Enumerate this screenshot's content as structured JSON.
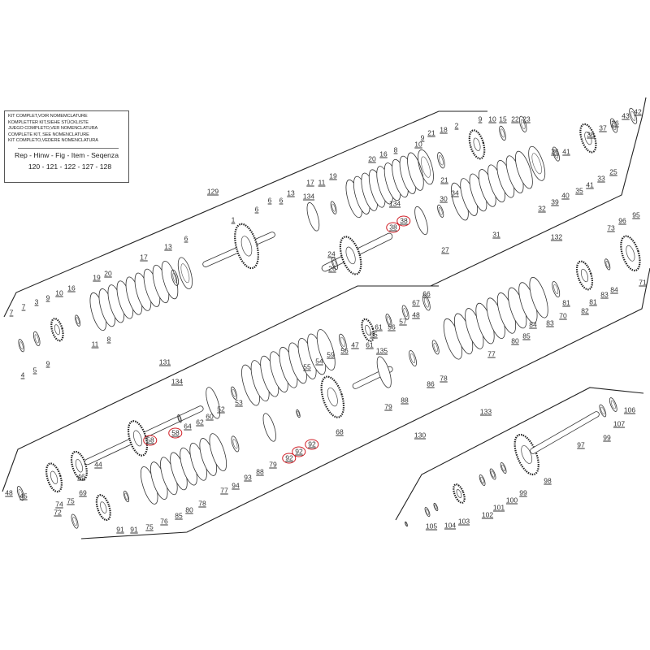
{
  "kit_box": {
    "lines": [
      "KIT COMPLET,VOIR NOMEMCLATURE",
      "KOMPLETTER KIT,SIEHE STÜCKLISTE",
      "JUEGO COMPLETO,VER NOMENCLATURA",
      "COMPLETE KIT, SEE NOMENCLATURE",
      "KIT COMPLETO,VEDERE NOMENCLATURA"
    ],
    "header": "Rep - Hinw - Fig - Item - Seqenza",
    "codes": "120 - 121 - 122 - 127 - 128"
  },
  "highlight_color": "#d01c24",
  "labels": [
    {
      "text": "129"
    },
    {
      "text": "1"
    },
    {
      "text": "6"
    },
    {
      "text": "6"
    },
    {
      "text": "6"
    },
    {
      "text": "13"
    },
    {
      "text": "134"
    },
    {
      "text": "17"
    },
    {
      "text": "11"
    },
    {
      "text": "19"
    },
    {
      "text": "20"
    },
    {
      "text": "16"
    },
    {
      "text": "8"
    },
    {
      "text": "10"
    },
    {
      "text": "9"
    },
    {
      "text": "21"
    },
    {
      "text": "18"
    },
    {
      "text": "2"
    },
    {
      "text": "9"
    },
    {
      "text": "10"
    },
    {
      "text": "15"
    },
    {
      "text": "22"
    },
    {
      "text": "23"
    },
    {
      "text": "21"
    },
    {
      "text": "134"
    },
    {
      "text": "30"
    },
    {
      "text": "34"
    },
    {
      "text": "38",
      "highlighted": true
    },
    {
      "text": "38",
      "highlighted": true
    },
    {
      "text": "24"
    },
    {
      "text": "26"
    },
    {
      "text": "27"
    },
    {
      "text": "31"
    },
    {
      "text": "32"
    },
    {
      "text": "39"
    },
    {
      "text": "40"
    },
    {
      "text": "35"
    },
    {
      "text": "41"
    },
    {
      "text": "33"
    },
    {
      "text": "25"
    },
    {
      "text": "36"
    },
    {
      "text": "41"
    },
    {
      "text": "36"
    },
    {
      "text": "37"
    },
    {
      "text": "26"
    },
    {
      "text": "43"
    },
    {
      "text": "42"
    },
    {
      "text": "132"
    },
    {
      "text": "13"
    },
    {
      "text": "6"
    },
    {
      "text": "17"
    },
    {
      "text": "20"
    },
    {
      "text": "19"
    },
    {
      "text": "16"
    },
    {
      "text": "9"
    },
    {
      "text": "3"
    },
    {
      "text": "7"
    },
    {
      "text": "7"
    },
    {
      "text": "10"
    },
    {
      "text": "8"
    },
    {
      "text": "11"
    },
    {
      "text": "9"
    },
    {
      "text": "5"
    },
    {
      "text": "4"
    },
    {
      "text": "131"
    },
    {
      "text": "134"
    },
    {
      "text": "66"
    },
    {
      "text": "67"
    },
    {
      "text": "48"
    },
    {
      "text": "57"
    },
    {
      "text": "56"
    },
    {
      "text": "61"
    },
    {
      "text": "65"
    },
    {
      "text": "61"
    },
    {
      "text": "47"
    },
    {
      "text": "56"
    },
    {
      "text": "59"
    },
    {
      "text": "54"
    },
    {
      "text": "55"
    },
    {
      "text": "53"
    },
    {
      "text": "52"
    },
    {
      "text": "60"
    },
    {
      "text": "62"
    },
    {
      "text": "64"
    },
    {
      "text": "58",
      "highlighted": true
    },
    {
      "text": "58",
      "highlighted": true
    },
    {
      "text": "44"
    },
    {
      "text": "46"
    },
    {
      "text": "48"
    },
    {
      "text": "45"
    },
    {
      "text": "135"
    },
    {
      "text": "86"
    },
    {
      "text": "78"
    },
    {
      "text": "88"
    },
    {
      "text": "79"
    },
    {
      "text": "68"
    },
    {
      "text": "130"
    },
    {
      "text": "92",
      "highlighted": true
    },
    {
      "text": "92",
      "highlighted": true
    },
    {
      "text": "92",
      "highlighted": true
    },
    {
      "text": "79"
    },
    {
      "text": "88"
    },
    {
      "text": "93"
    },
    {
      "text": "94"
    },
    {
      "text": "77"
    },
    {
      "text": "78"
    },
    {
      "text": "80"
    },
    {
      "text": "85"
    },
    {
      "text": "76"
    },
    {
      "text": "75"
    },
    {
      "text": "91"
    },
    {
      "text": "91"
    },
    {
      "text": "69"
    },
    {
      "text": "75"
    },
    {
      "text": "74"
    },
    {
      "text": "72"
    },
    {
      "text": "95"
    },
    {
      "text": "96"
    },
    {
      "text": "73"
    },
    {
      "text": "71"
    },
    {
      "text": "84"
    },
    {
      "text": "83"
    },
    {
      "text": "81"
    },
    {
      "text": "82"
    },
    {
      "text": "81"
    },
    {
      "text": "70"
    },
    {
      "text": "83"
    },
    {
      "text": "84"
    },
    {
      "text": "85"
    },
    {
      "text": "80"
    },
    {
      "text": "77"
    },
    {
      "text": "133"
    },
    {
      "text": "106"
    },
    {
      "text": "107"
    },
    {
      "text": "99"
    },
    {
      "text": "97"
    },
    {
      "text": "98"
    },
    {
      "text": "99"
    },
    {
      "text": "100"
    },
    {
      "text": "101"
    },
    {
      "text": "102"
    },
    {
      "text": "103"
    },
    {
      "text": "104"
    },
    {
      "text": "105"
    }
  ]
}
